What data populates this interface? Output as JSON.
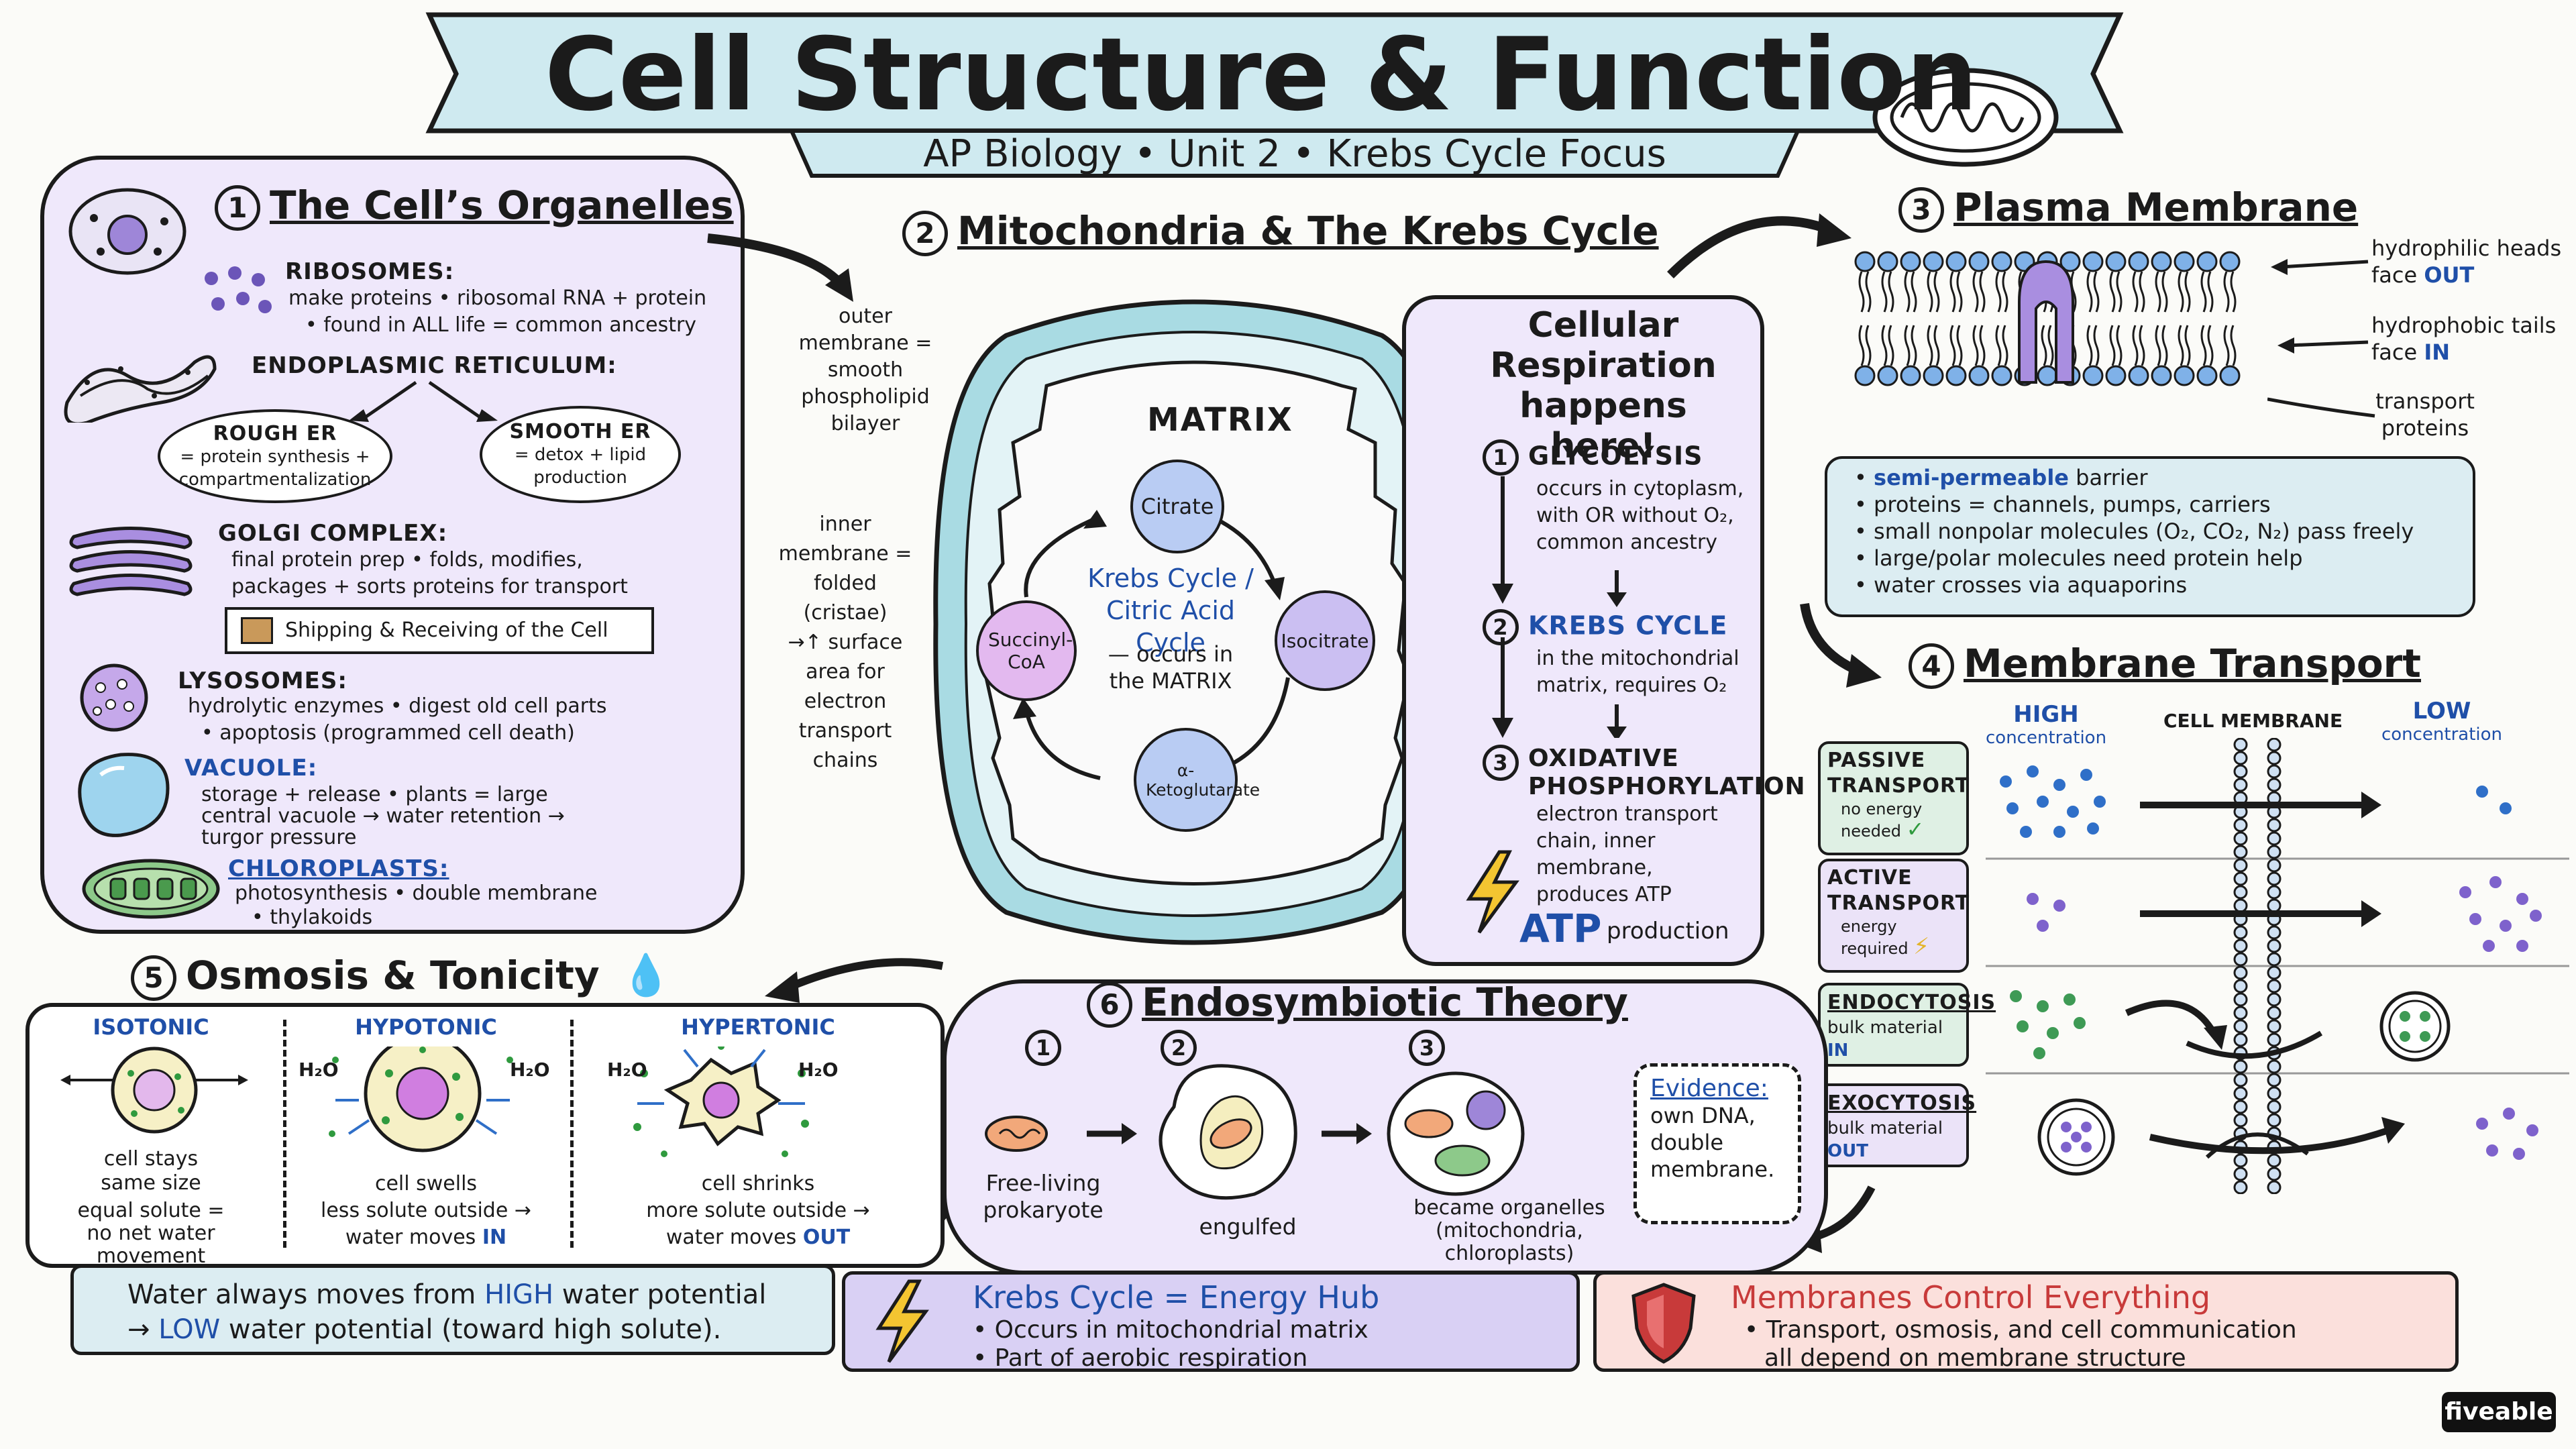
{
  "header": {
    "title": "Cell Structure & Function",
    "subtitle": "AP Biology • Unit 2 • Krebs Cycle Focus"
  },
  "organelles": {
    "number": "1",
    "title": "The Cell’s Organelles",
    "ribosomes": {
      "name": "RIBOSOMES:",
      "line1": "make proteins • ribosomal RNA + protein",
      "line2": "• found in ALL life = common ancestry"
    },
    "er": {
      "name": "ENDOPLASMIC RETICULUM:",
      "rough": {
        "name": "ROUGH ER",
        "desc": "= protein synthesis + compartmentalization"
      },
      "smooth": {
        "name": "SMOOTH ER",
        "desc": "= detox + lipid production"
      }
    },
    "golgi": {
      "name": "GOLGI COMPLEX:",
      "line1": "final protein prep • folds, modifies,",
      "line2": "packages + sorts proteins for transport",
      "note": "Shipping & Receiving of the Cell"
    },
    "lysosomes": {
      "name": "LYSOSOMES:",
      "line1": "hydrolytic enzymes • digest old cell parts",
      "line2": "• apoptosis (programmed cell death)"
    },
    "vacuole": {
      "name": "VACUOLE:",
      "line1": "storage + release • plants = large",
      "line2": "central vacuole → water retention →",
      "line3": "turgor pressure"
    },
    "chloroplasts": {
      "name": "CHLOROPLASTS:",
      "line1": "photosynthesis • double membrane",
      "line2": "• thylakoids"
    }
  },
  "mito": {
    "number": "2",
    "title": "Mitochondria & The Krebs Cycle",
    "outer_label": [
      "outer",
      "membrane =",
      "smooth",
      "phospholipid",
      "bilayer"
    ],
    "inner_label": [
      "inner",
      "membrane =",
      "folded",
      "(cristae)",
      "→↑ surface",
      "area for",
      "electron",
      "transport",
      "chains"
    ],
    "matrix": "MATRIX",
    "cycle": {
      "nodes": [
        "Citrate",
        "Isocitrate",
        "α-Ketoglutarate",
        "Succinyl-CoA"
      ],
      "center_title": "Krebs Cycle / Citric Acid Cycle",
      "center_note": "— occurs in the MATRIX"
    }
  },
  "respiration": {
    "title": "Cellular Respiration happens here!",
    "steps": [
      {
        "num": "1",
        "name": "GLYCOLYSIS",
        "lines": [
          "occurs in cytoplasm,",
          "with OR without O₂,",
          "common ancestry"
        ]
      },
      {
        "num": "2",
        "name": "KREBS CYCLE",
        "lines": [
          "in the mitochondrial",
          "matrix, requires O₂"
        ]
      },
      {
        "num": "3",
        "name": "OXIDATIVE PHOSPHORYLATION",
        "lines": [
          "electron transport",
          "chain, inner",
          "membrane,",
          "produces ATP"
        ]
      }
    ],
    "atp": "ATP",
    "atp_note": "production"
  },
  "membrane": {
    "number": "3",
    "title": "Plasma Membrane",
    "labels": {
      "heads": "hydrophilic heads face",
      "heads_key": "OUT",
      "tails": "hydrophobic tails face",
      "tails_key": "IN",
      "proteins": "transport proteins"
    },
    "facts": [
      {
        "key": "semi-permeable",
        "rest": " barrier"
      },
      {
        "key": "",
        "rest": "proteins = channels, pumps, carriers"
      },
      {
        "key": "",
        "rest": "small nonpolar molecules (O₂, CO₂, N₂) pass freely"
      },
      {
        "key": "",
        "rest": "large/polar molecules need protein help"
      },
      {
        "key": "",
        "rest": "water crosses via aquaporins"
      }
    ]
  },
  "transport": {
    "number": "4",
    "title": "Membrane Transport",
    "high": "HIGH",
    "high_sub": "concentration",
    "membrane": "CELL MEMBRANE",
    "low": "LOW",
    "low_sub": "concentration",
    "rows": [
      {
        "name": "PASSIVE TRANSPORT",
        "note": "no energy needed"
      },
      {
        "name": "ACTIVE TRANSPORT",
        "note": "energy required"
      },
      {
        "name": "ENDOCYTOSIS",
        "note": "bulk material",
        "key": "IN"
      },
      {
        "name": "EXOCYTOSIS",
        "note": "bulk material",
        "key": "OUT"
      }
    ]
  },
  "osmosis": {
    "number": "5",
    "title": "Osmosis & Tonicity",
    "cols": [
      {
        "name": "ISOTONIC",
        "lines": [
          "cell stays same size",
          "equal solute =",
          "no net water movement"
        ]
      },
      {
        "name": "HYPOTONIC",
        "lines": [
          "cell swells",
          "less solute outside →",
          "water moves"
        ],
        "key": "IN"
      },
      {
        "name": "HYPERTONIC",
        "lines": [
          "cell shrinks",
          "more solute outside →",
          "water moves"
        ],
        "key": "OUT"
      }
    ],
    "h2o": "H₂O",
    "summary": {
      "a": "Water always moves from ",
      "high": "HIGH",
      "b": " water potential",
      "c": "→ ",
      "low": "LOW",
      "d": " water potential (toward high solute)."
    }
  },
  "endo": {
    "number": "6",
    "title": "Endosymbiotic Theory",
    "steps": [
      {
        "num": "1",
        "label": "Free-living prokaryote"
      },
      {
        "num": "2",
        "label": "engulfed"
      },
      {
        "num": "3",
        "label": "became organelles (mitochondria, chloroplasts)"
      }
    ],
    "evidence_title": "Evidence:",
    "evidence_text": [
      "own DNA,",
      "double",
      "membrane."
    ]
  },
  "krebs_box": {
    "title": "Krebs Cycle = Energy Hub",
    "lines": [
      "• Occurs in mitochondrial matrix",
      "• Part of aerobic respiration"
    ]
  },
  "membrane_box": {
    "title": "Membranes Control Everything",
    "lines": [
      "• Transport, osmosis, and cell communication",
      "all depend on membrane structure"
    ]
  },
  "brand": "fiveable",
  "colors": {
    "banner": "#cfeaf0",
    "lavender": "#efe8fb",
    "blue": "#1f4fa8",
    "red": "#c83a3a",
    "purple": "#a98ee0"
  }
}
